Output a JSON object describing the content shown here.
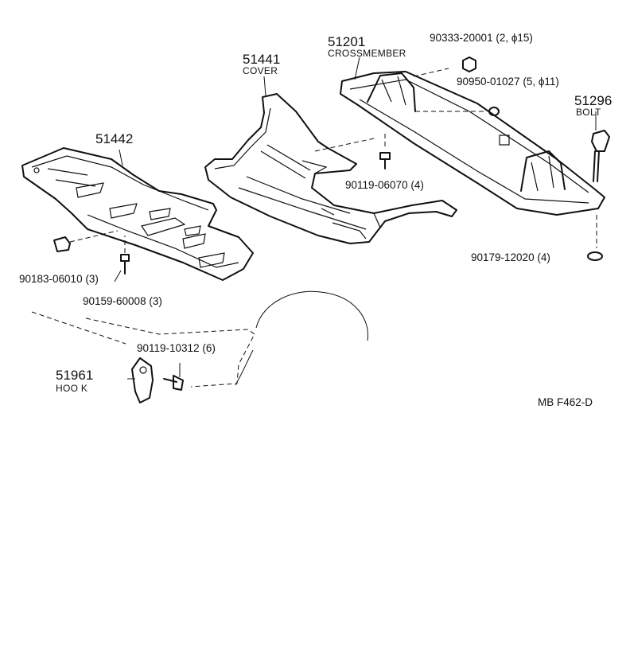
{
  "parts": {
    "crossmember": {
      "number": "51201",
      "name": "CROSSMEMBER"
    },
    "cover": {
      "number": "51441",
      "name": "COVER"
    },
    "lower_cover": {
      "number": "51442"
    },
    "bolt": {
      "number": "51296",
      "name": "BOLT"
    },
    "hook": {
      "number": "51961",
      "name": "HOO K"
    }
  },
  "fasteners": {
    "nut_top": "90333-20001 (2, ϕ15)",
    "grommet": "90950-01027 (5, ϕ11)",
    "bolt_cover": "90119-06070 (4)",
    "washer": "90179-12020 (4)",
    "clip": "90183-06010 (3)",
    "screw": "90159-60008 (3)",
    "hook_bolt": "90119-10312 (6)"
  },
  "footer": {
    "code": "MB  F462-D"
  },
  "icons": [
    "nut-icon",
    "grommet-icon",
    "bolt-icon",
    "washer-icon",
    "clip-icon",
    "screw-icon"
  ]
}
